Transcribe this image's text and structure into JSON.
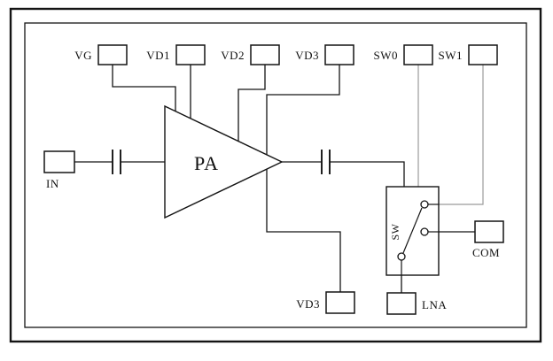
{
  "diagram": {
    "type": "rf-front-end-block-diagram",
    "colors": {
      "line": "#141414",
      "control_line": "#9b9b9b",
      "background": "#ffffff"
    },
    "labels": {
      "vg": "VG",
      "vd1": "VD1",
      "vd2": "VD2",
      "vd3_top": "VD3",
      "sw0": "SW0",
      "sw1": "SW1",
      "in": "IN",
      "pa": "PA",
      "sw": "SW",
      "com": "COM",
      "vd3_bottom": "VD3",
      "lna": "LNA"
    }
  }
}
